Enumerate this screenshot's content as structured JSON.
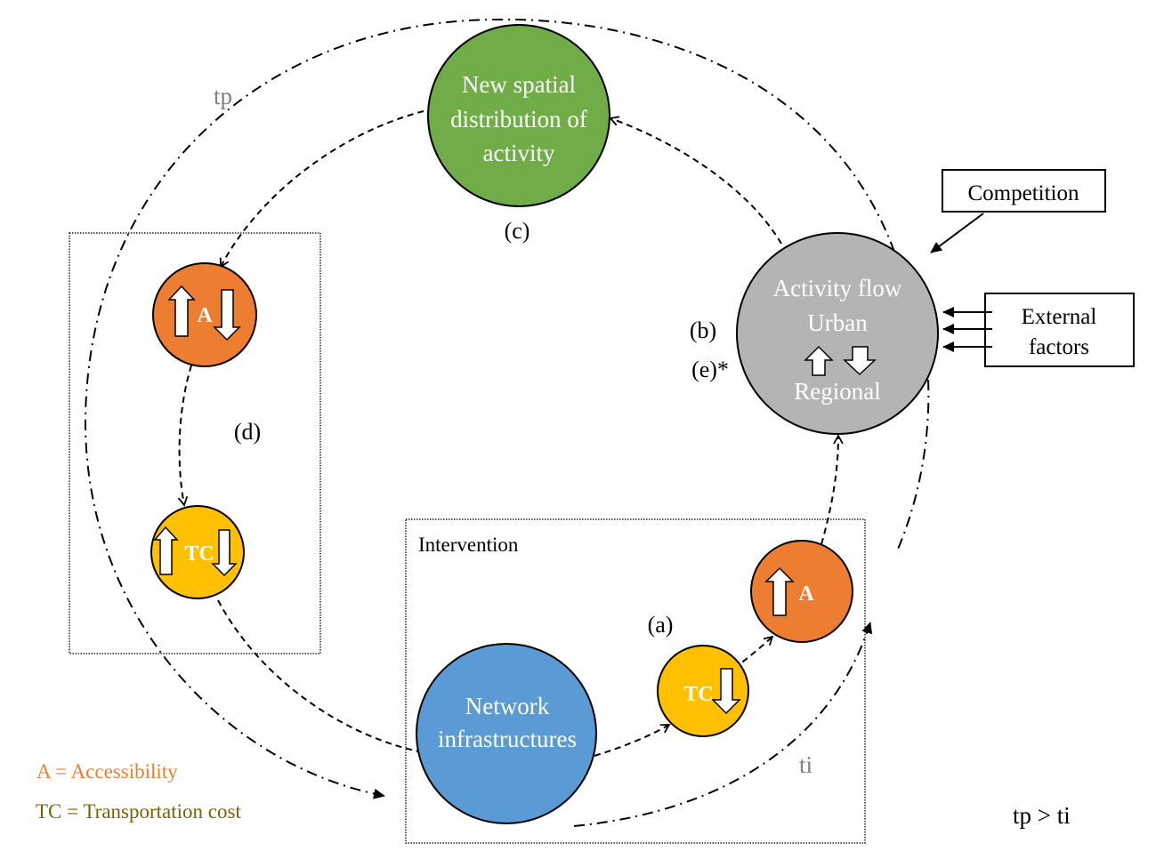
{
  "colors": {
    "green": "#70AD47",
    "gray": "#B4B4B4",
    "orange": "#ED7D31",
    "yellow": "#FFC000",
    "blue": "#5B9BD5",
    "legend_accessibility": "#ED7D31",
    "legend_transport": "#7F6000",
    "time_label": "#808080"
  },
  "nodes": {
    "new_spatial": {
      "lines": [
        "New spatial",
        "distribution of",
        "activity"
      ],
      "label": "(c)"
    },
    "activity_flow": {
      "line1": "Activity flow",
      "line2": "Urban",
      "line3": "Regional",
      "label_b": "(b)",
      "label_e": "(e)*"
    },
    "network": {
      "line1": "Network",
      "line2": "infrastructures"
    },
    "d_accessibility": {
      "text": "A"
    },
    "d_transport_cost": {
      "text": "TC"
    },
    "a_transport_cost": {
      "text": "TC"
    },
    "a_accessibility": {
      "text": "A"
    }
  },
  "labels": {
    "d": "(d)",
    "a": "(a)",
    "intervention": "Intervention",
    "tp": "tp",
    "ti": "ti",
    "tp_gt_ti": "tp > ti"
  },
  "boxes": {
    "competition": "Competition",
    "external_line1": "External",
    "external_line2": "factors"
  },
  "legend": {
    "accessibility": "A = Accessibility",
    "transport_cost": "TC = Transportation cost"
  }
}
